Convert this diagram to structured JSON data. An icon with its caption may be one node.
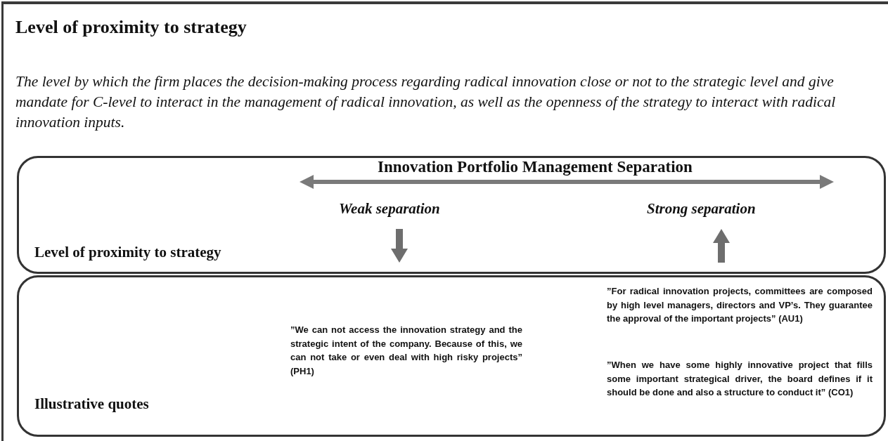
{
  "diagram": {
    "title": "Level of proximity to strategy",
    "nodes": [
      {
        "text": [
          "Innovation Portfolio Management Separation",
          "Weak separation",
          "Strong separation",
          "Level of proximity to strategy"
        ]
      },
      {
        "text": [
          "Illustrative quotes",
          "”We can not access the innovation strategy and the strategic intent of the company. Because of this, we can not take or even deal with high risky projects” (PH1)",
          "”For radical innovation projects, committees are composed by high level managers, directors and VP’s. They guarantee the approval of the important projects” (AU1)",
          "”When we have some highly innovative project that fills some important strategical driver, the board defines if it should be done and also a structure to conduct it” (CO1)"
        ]
      }
    ],
    "labels": [
      "The level by which the firm places the decision-making process regarding radical innovation close or not to the strategic level and give mandate for C-level to interact in the management of radical innovation, as well as the openness of the strategy to interact with radical innovation inputs."
    ]
  }
}
